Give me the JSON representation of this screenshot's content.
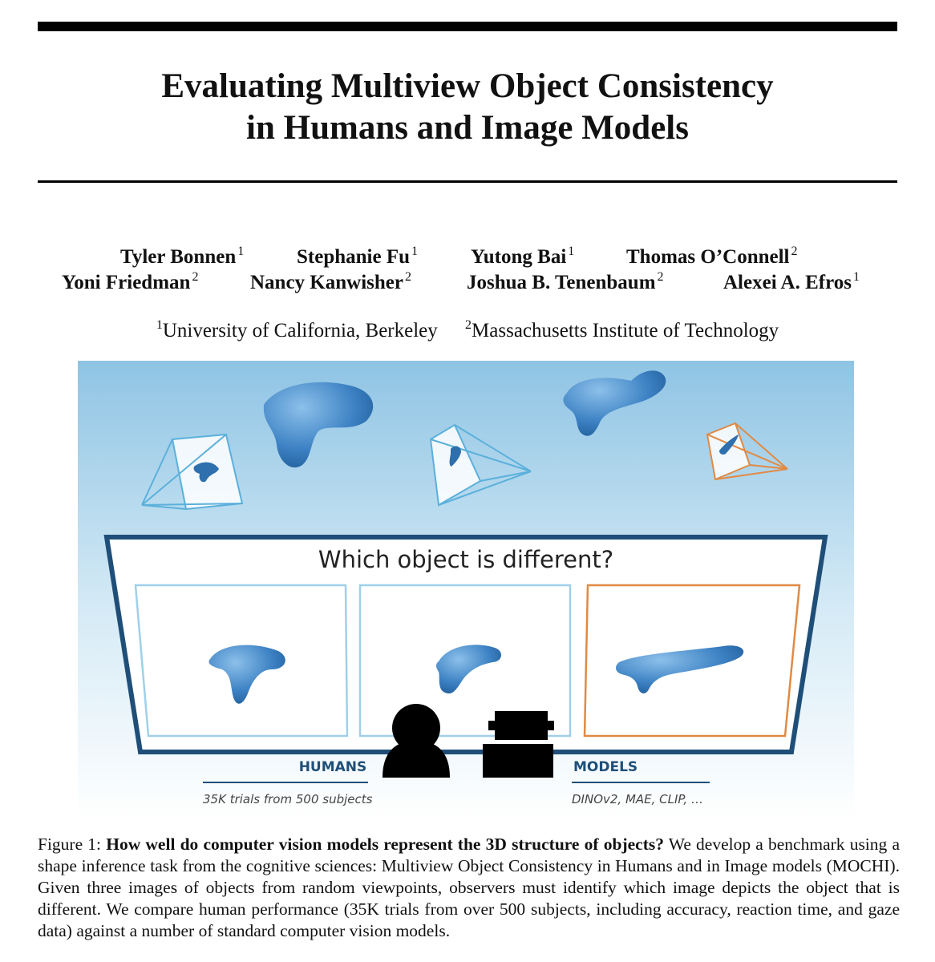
{
  "title": {
    "line1": "Evaluating Multiview Object Consistency",
    "line2": "in Humans and Image Models"
  },
  "authors": [
    {
      "name": "Tyler Bonnen",
      "aff": "1"
    },
    {
      "name": "Stephanie Fu",
      "aff": "1"
    },
    {
      "name": "Yutong Bai",
      "aff": "1"
    },
    {
      "name": "Thomas O’Connell",
      "aff": "2"
    },
    {
      "name": "Yoni Friedman",
      "aff": "2"
    },
    {
      "name": "Nancy Kanwisher",
      "aff": "2"
    },
    {
      "name": "Joshua B. Tenenbaum",
      "aff": "2"
    },
    {
      "name": "Alexei A. Efros",
      "aff": "1"
    }
  ],
  "affiliations": [
    {
      "num": "1",
      "name": "University of California, Berkeley"
    },
    {
      "num": "2",
      "name": "Massachusetts Institute of Technology"
    }
  ],
  "figure": {
    "question": "Which object is different?",
    "humans_label": "HUMANS",
    "humans_sub": "35K trials from 500 subjects",
    "models_label": "MODELS",
    "models_sub": "DINOv2, MAE, CLIP, …",
    "colors": {
      "sky_top": "#8fc4e4",
      "sky_bottom": "#ffffff",
      "object_blue": "#3d82c4",
      "frame_navy": "#1f4f78",
      "panel_blue": "#9fd0ea",
      "odd_orange": "#e08a44"
    }
  },
  "caption": {
    "label": "Figure 1:",
    "lead": "How well do computer vision models represent the 3D structure of objects?",
    "body": "We develop a benchmark using a shape inference task from the cognitive sciences: Multiview Object Consistency in Humans and in Image models (MOCHI). Given three images of objects from random viewpoints, observers must identify which image depicts the object that is different. We compare human performance (35K trials from over 500 subjects, including accuracy, reaction time, and gaze data) against a number of standard computer vision models."
  }
}
